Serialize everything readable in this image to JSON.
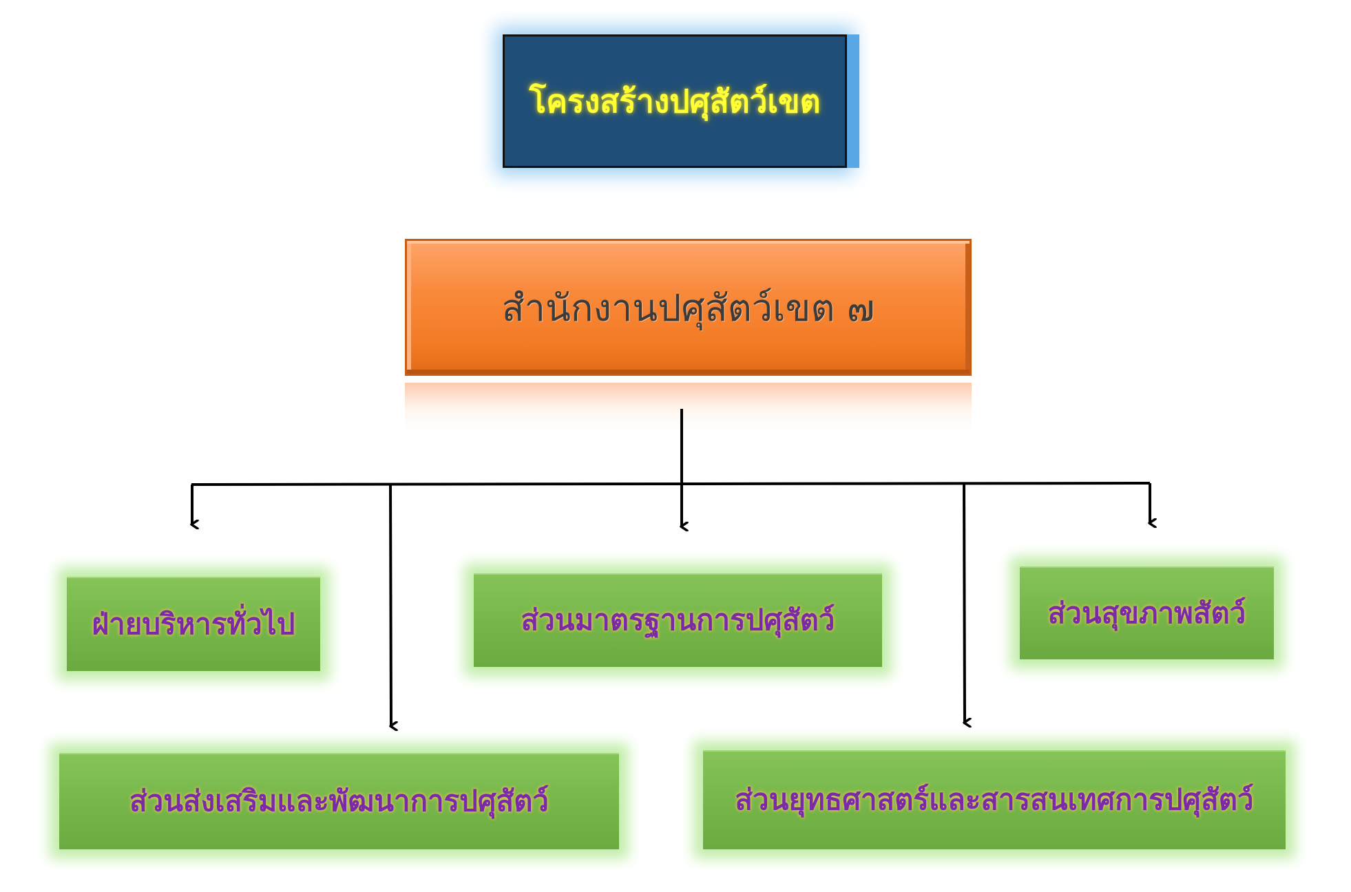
{
  "title": "โครงสร้างปศุสัตว์เขต",
  "office": "สำนักงานปศุสัตว์เขต ๗",
  "units": {
    "general_admin": "ฝ่ายบริหารทั่วไป",
    "livestock_standards": "ส่วนมาตรฐานการปศุสัตว์",
    "animal_health": "ส่วนสุขภาพสัตว์",
    "livestock_promotion": "ส่วนส่งเสริมและพัฒนาการปศุสัตว์",
    "strategy_info": "ส่วนยุทธศาสตร์และสารสนเทศการปศุสัตว์"
  },
  "colors": {
    "title_bg": "#1f4e79",
    "title_text": "#ffff33",
    "office_bg": "#f8883a",
    "unit_bg": "#78b84c",
    "unit_text": "#7a2aa6",
    "connector": "#000000"
  }
}
